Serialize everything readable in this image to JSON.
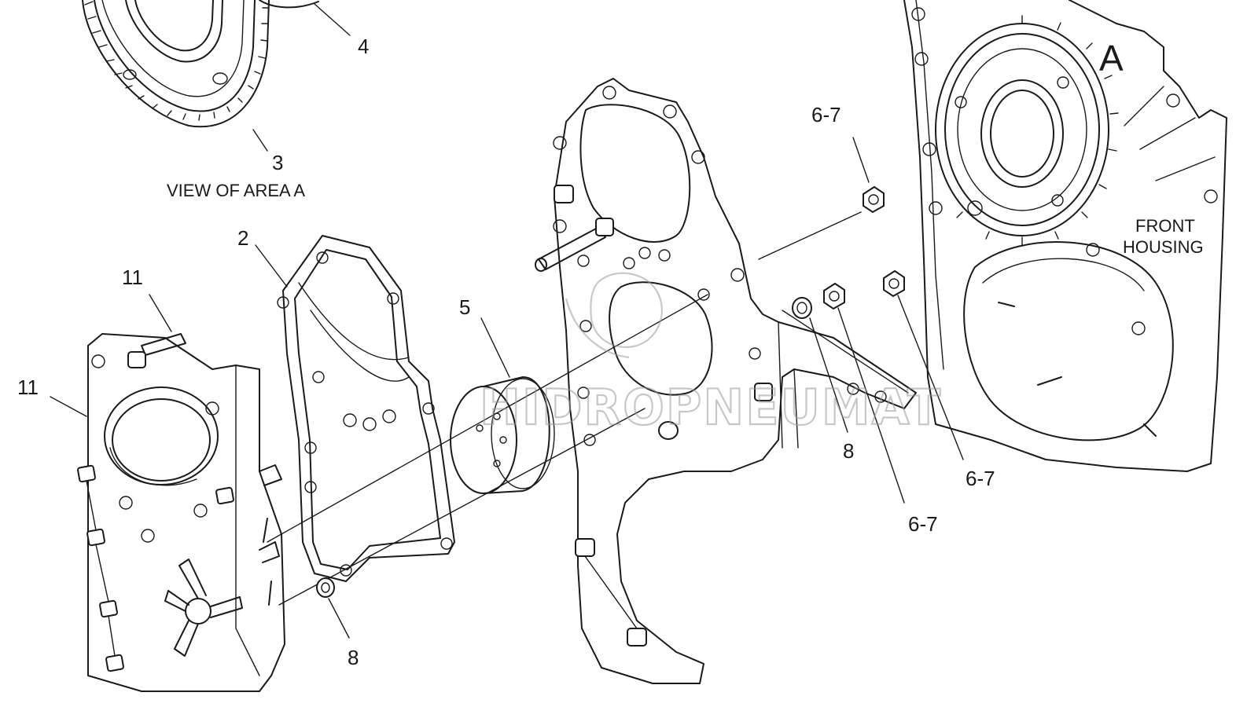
{
  "view_caption": "VIEW OF AREA A",
  "area_letter": "A",
  "housing_label_line1": "FRONT",
  "housing_label_line2": "HOUSING",
  "watermark": "HIDROPNEUMAT",
  "callouts": {
    "c1": "4",
    "c2": "3",
    "c3": "2",
    "c4": "11",
    "c5": "11",
    "c6": "5",
    "c7": "6-7",
    "c8": "8",
    "c9": "6-7",
    "c10": "6-7",
    "c11": "8"
  }
}
